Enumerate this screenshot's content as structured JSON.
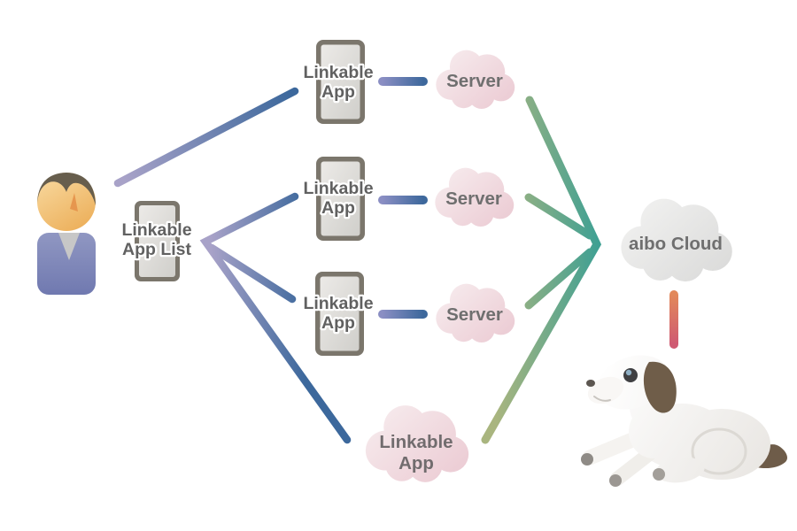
{
  "app_list": {
    "line1": "Linkable",
    "line2": "App List"
  },
  "apps": [
    {
      "line1": "Linkable",
      "line2": "App"
    },
    {
      "line1": "Linkable",
      "line2": "App"
    },
    {
      "line1": "Linkable",
      "line2": "App"
    }
  ],
  "servers": [
    {
      "label": "Server"
    },
    {
      "label": "Server"
    },
    {
      "label": "Server"
    }
  ],
  "app_cloud": {
    "line1": "Linkable",
    "line2": "App"
  },
  "aibo_cloud": {
    "label": "aibo Cloud"
  },
  "colors": {
    "line_blue_dark": "#3c689c",
    "line_lavender": "#a8a2c8",
    "line_sage_green": "#a9b57f",
    "line_teal": "#3fa093",
    "line_orange": "#e2885a",
    "line_red": "#cf5a72",
    "cloud_pink": "#ecccd4",
    "cloud_gray": "#e0e0df",
    "phone_bezel": "#7b766c",
    "label_gray": "#666666"
  }
}
